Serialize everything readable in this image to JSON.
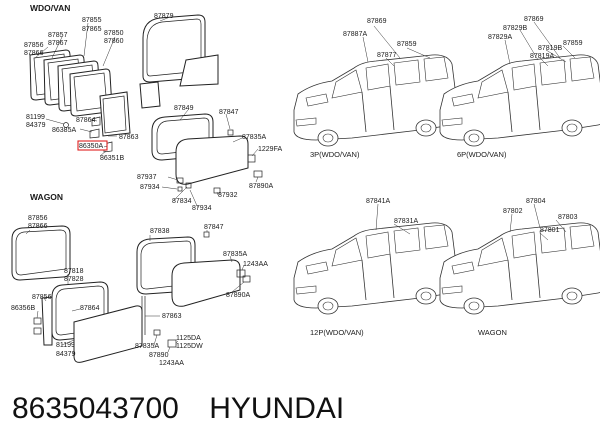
{
  "sections": {
    "top": "WDO/VAN",
    "bottom": "WAGON"
  },
  "callouts_top": {
    "c87855": "87855",
    "c87865": "87865",
    "c87857": "87857",
    "c87867": "87867",
    "c87850": "87850",
    "c87860": "87860",
    "c87856": "87856",
    "c87866": "87866",
    "c87879": "87879",
    "c81199": "81199",
    "c84379": "84379",
    "c87864": "87864",
    "c86385A": "86385A",
    "c86350A": "86350A",
    "c87863": "87863",
    "c86351B": "86351B",
    "c87849": "87849",
    "c87847": "87847",
    "c87835A": "87835A",
    "c1229FA": "1229FA",
    "c87937": "87937",
    "c87934a": "87934",
    "c87834": "87834",
    "c87934b": "87934",
    "c87932": "87932",
    "c87890A": "87890A"
  },
  "callouts_bottom": {
    "c87856": "87856",
    "c87866": "87866",
    "c87818": "87818",
    "c87828": "87828",
    "c87856b": "87856",
    "c86356B": "86356B",
    "c87864": "87864",
    "c81199": "81199",
    "c84379": "84379",
    "c87838": "87838",
    "c87847": "87847",
    "c87835A": "87835A",
    "c1243AA": "1243AA",
    "c87890A": "87890A",
    "c87863": "87863",
    "c87835Ab": "87835A",
    "c87890": "87890",
    "c1125DA": "1125DA",
    "c1125DW": "1125DW",
    "c1243AAb": "1243AA"
  },
  "van_3p": {
    "caption": "3P(WDO/VAN)",
    "l1": "87869",
    "l2": "87887A",
    "l3": "87859",
    "l4": "87877"
  },
  "van_6p": {
    "caption": "6P(WDO/VAN)",
    "l1": "87869",
    "l2": "87829B",
    "l3": "87859",
    "l4": "87829A",
    "l5": "87819B",
    "l6": "87819A"
  },
  "van_12p": {
    "caption": "12P(WDO/VAN)",
    "l1": "87841A",
    "l2": "87831A"
  },
  "van_wagon": {
    "caption": "WAGON",
    "l1": "87804",
    "l2": "87802",
    "l3": "87803",
    "l4": "87801"
  },
  "footer": {
    "part_number": "8635043700",
    "brand": "HYUNDAI"
  },
  "colors": {
    "highlight": "#e02020",
    "ink": "#222222"
  }
}
